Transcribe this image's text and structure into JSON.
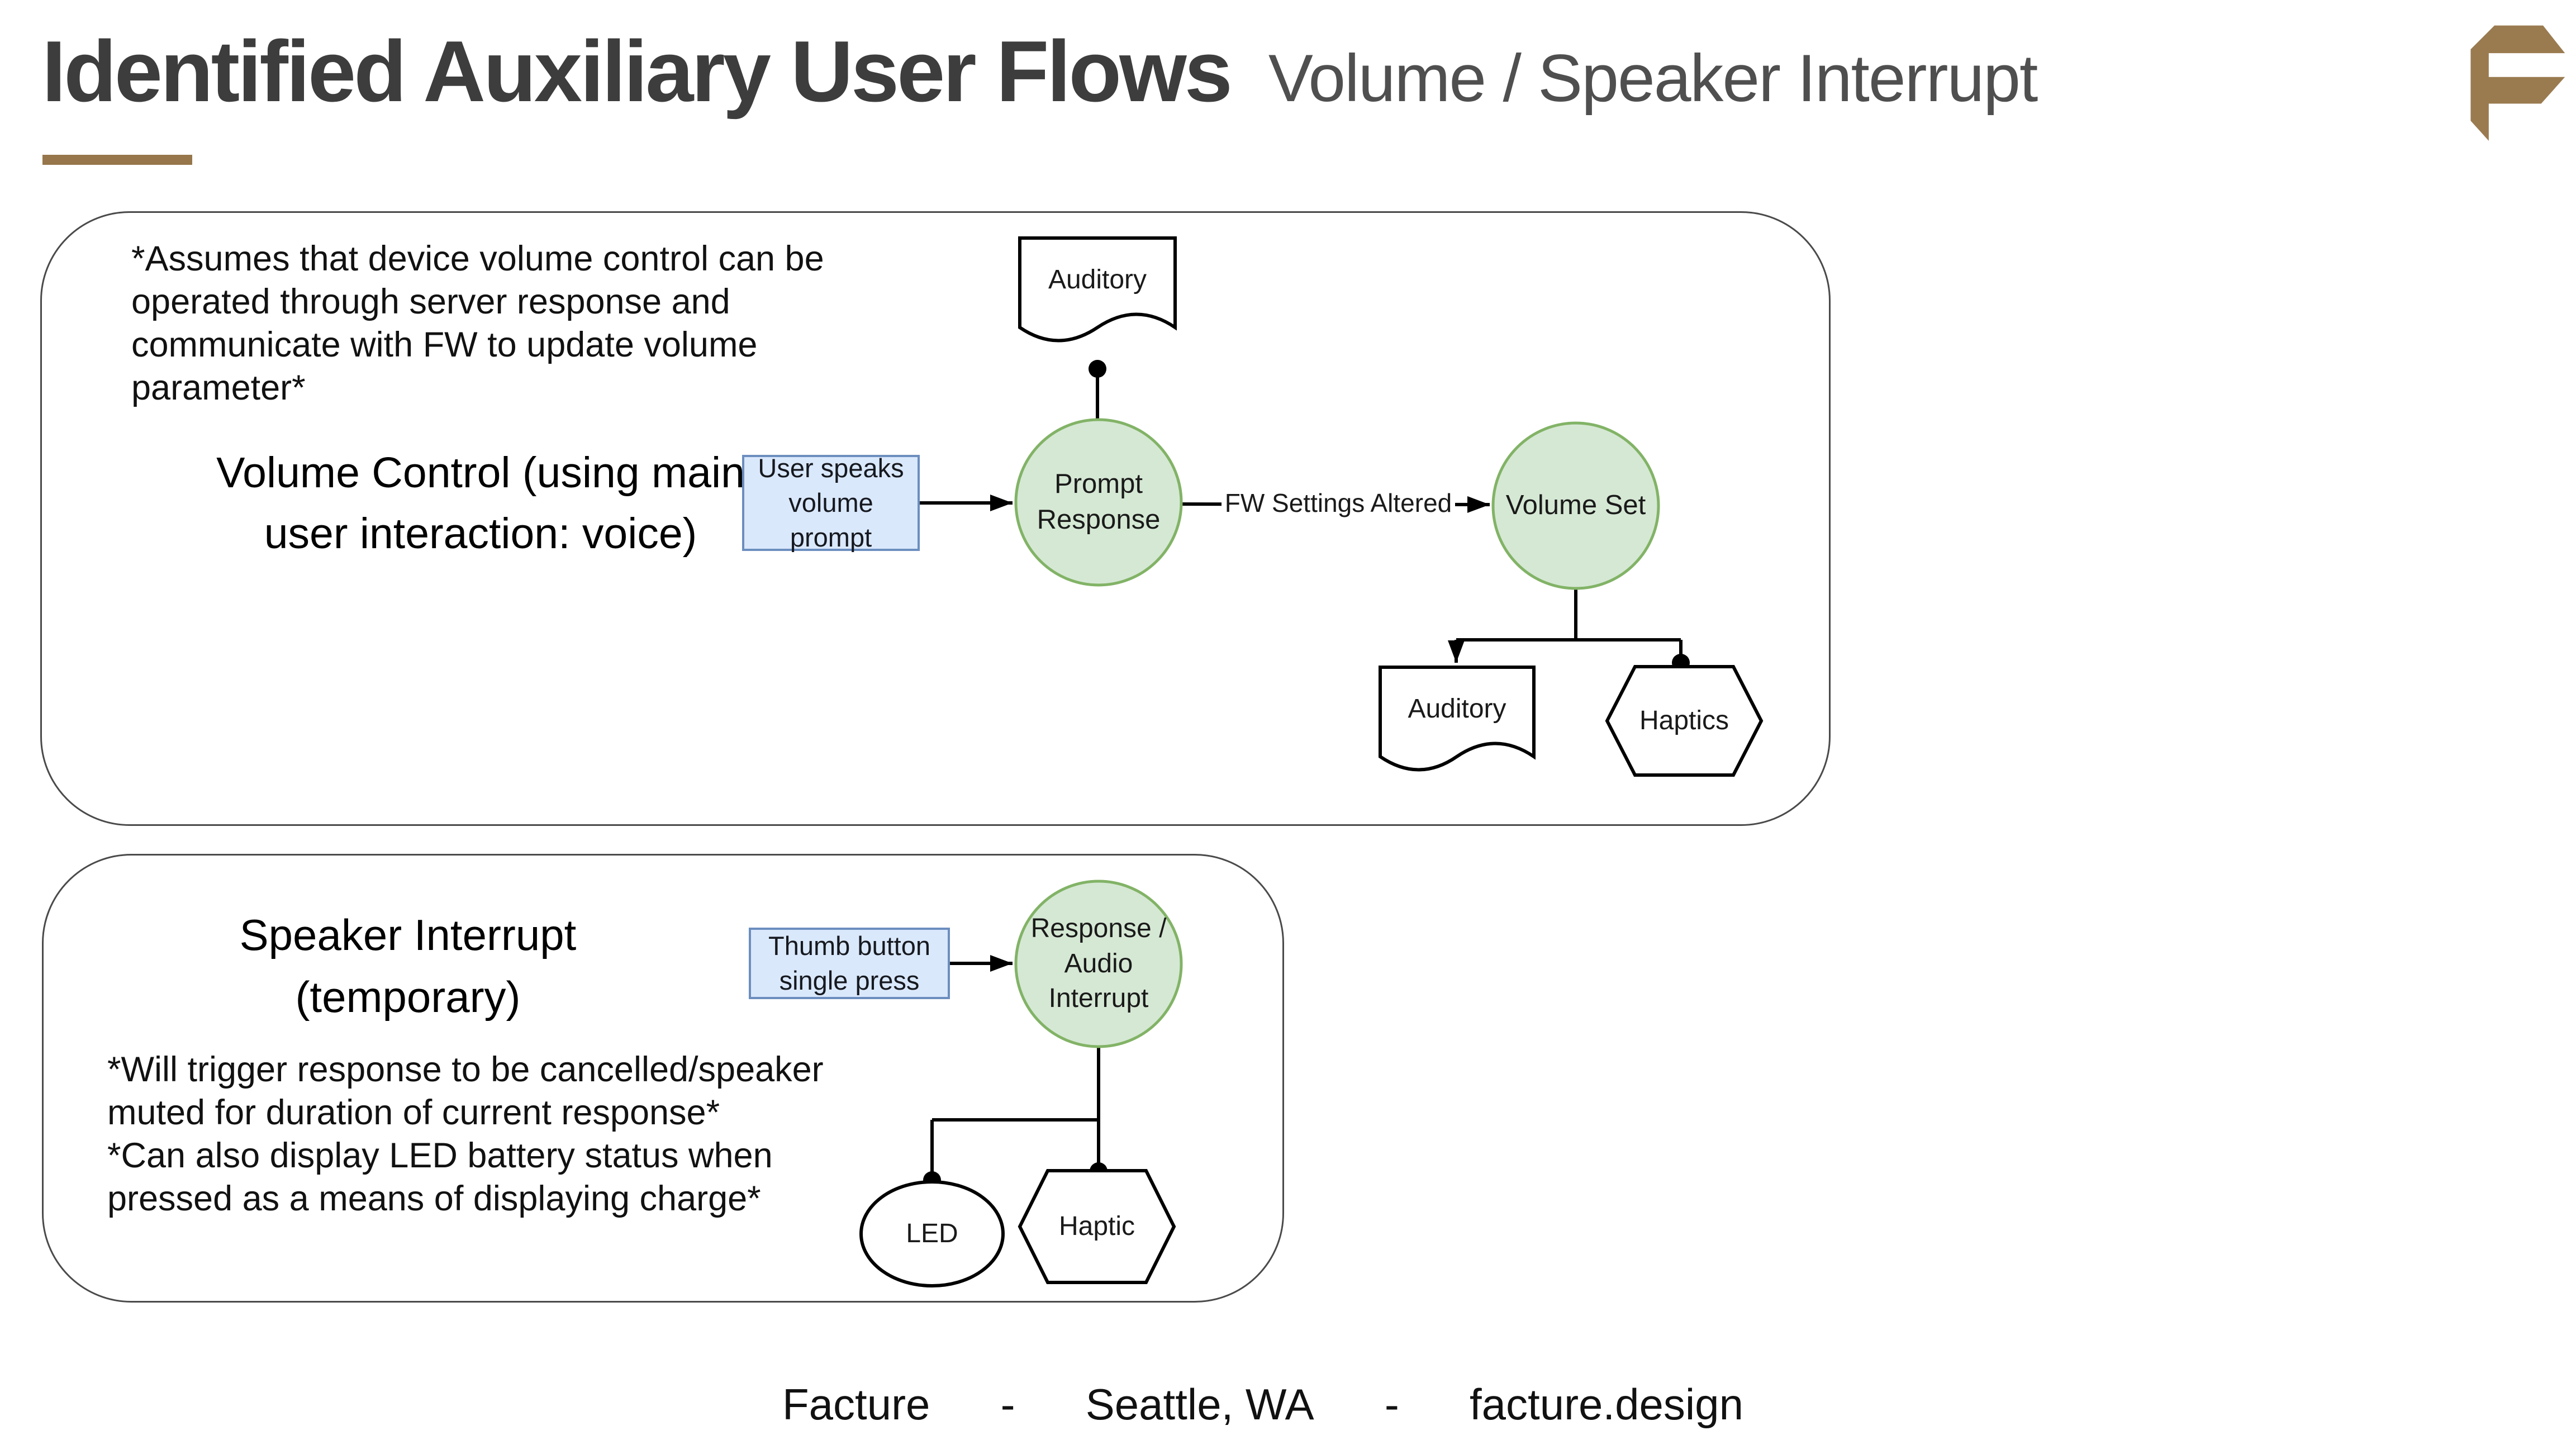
{
  "slide": {
    "title": "Identified Auxiliary User Flows",
    "subtitle": "Volume / Speaker Interrupt"
  },
  "footer": {
    "items": [
      "Facture",
      "-",
      "Seattle, WA",
      "-",
      "facture.design"
    ]
  },
  "logo": {
    "name": "facture-f-logo",
    "color": "#9a7b50"
  },
  "colors": {
    "accent_brown": "#96764a",
    "title_text": "#3d3d3d",
    "subtitle_text": "#4f4f4f",
    "process_fill": "#d5e8d4",
    "process_stroke": "#82b366",
    "input_fill": "#dae8fc",
    "input_stroke": "#6c8ebf",
    "shape_stroke": "#000000",
    "panel_border": "#4a4a4a"
  },
  "volume_flow": {
    "note": "*Assumes that device volume control can be operated through server response and communicate with FW to update volume parameter*",
    "label": "Volume Control (using main\nuser interaction: voice)",
    "auditory_top": "Auditory",
    "input": "User speaks volume prompt",
    "prompt_response": "Prompt Response",
    "edge_label": "FW Settings Altered",
    "volume_set": "Volume Set",
    "auditory_out": "Auditory",
    "haptics_out": "Haptics"
  },
  "interrupt_flow": {
    "label": "Speaker Interrupt\n(temporary)",
    "note": "*Will trigger response to be cancelled/speaker muted for duration of current response*\n*Can also display LED battery status when pressed as a means of displaying charge*",
    "input": "Thumb button single press",
    "response": "Response / Audio Interrupt",
    "led_out": "LED",
    "haptic_out": "Haptic"
  }
}
